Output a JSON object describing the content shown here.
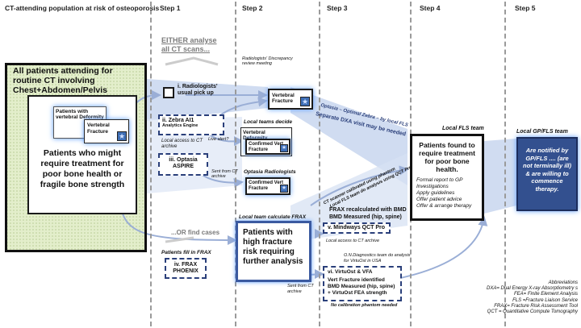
{
  "header": {
    "title": "CT-attending population at risk of osteoporosis",
    "steps": [
      "Step 1",
      "Step 2",
      "Step 3",
      "Step 4",
      "Step 5"
    ]
  },
  "population": {
    "all_patients": "All patients attending for routine CT involving Chest+Abdomen/Pelvis",
    "with_deformity": "Patients with vertebral Deformity",
    "vertebral_fracture": "Vertebral Fracture",
    "might_require": "Patients who might require treatment for poor bone health or fragile bone strength"
  },
  "either": {
    "line1": "EITHER analyse",
    "line2": "all CT scans...",
    "or_find": "...OR find cases"
  },
  "step1": {
    "radiologists": "i. Radiologists' usual pick up",
    "zebra_title": "ii. Zebra AI1",
    "zebra_sub": "Analytics Engine",
    "local_access": "Local access to CT archive",
    "optasia_title": "iii. Optasia ASPIRE",
    "fill_frax_label": "Patients fill in FRAX",
    "frax_phoenix": "iv. FRAX PHOENIX",
    "live_alert": "Live alert?",
    "sent_from": "Sent from CT archive"
  },
  "step2": {
    "discrepancy": "Radiologists' Discrepancy review meeting",
    "vertebral_fracture": "Vertebral Fracture",
    "local_teams_decide": "Local teams decide",
    "vert_deformity": "Vertebral Deformity",
    "confirmed_vert": "Confirmed Vert Fracture",
    "optasia_radiologists": "Optasia Radiologists",
    "confirmed_vert2": "Confirmed Vert Fracture",
    "local_team_frax": "Local team calculate FRAX",
    "high_risk": "Patients with high fracture risk requiring further analysis"
  },
  "step3": {
    "optasia_line": "Optasia – Optimal    Zebra – by local FLS",
    "separate_dxa": "Separate DXA visit may be needed",
    "ct_scanner": "CT scanner calibrated using phantom",
    "local_fls_analysis": "Local FLS team do analysis using QCT Pro",
    "frax_recalc": "FRAX recalculated with BMD",
    "bmd_measured": "BMD Measured (hip, spine)",
    "mindways": "v. Mindways QCT Pro",
    "local_access2": "Local access to CT archive",
    "on_diagnostics": "O.N.Diagnostics team do analysis for VirtuOst in USA",
    "virtuost_title": "vi. VirtuOst & VFA",
    "virtuost_1": "Vert Fracture identified",
    "virtuost_2": "BMD Measured (hip, spine)",
    "virtuost_3": "+ VirtuOst FEA strength",
    "sent_from2": "Sent from CT archive",
    "no_phantom": "No calibration phantom needed"
  },
  "step4": {
    "local_fls": "Local FLS team",
    "found_title": "Patients found to require treatment for poor bone health.",
    "items": [
      "Formal report to GP",
      "Investigations",
      "Apply guidelines",
      "Offer patient advice",
      "Offer & arrange therapy"
    ]
  },
  "step5": {
    "local_gp": "Local GP/FLS team",
    "notified": "Are notified by GP/FLS .... (are not terminally ill) & are willing to commence therapy."
  },
  "abbrev": {
    "title": "Abbreviations",
    "items": [
      "DXA= Dual Energy X-ray Absorptiometry s",
      "FEA= Finite Element Analysis",
      "FLS =Fracture Liaison Service",
      "FRAX= Fracture Risk Assessment Tool",
      "QCT = Quantitative Compute Tomography"
    ]
  },
  "colors": {
    "navy": "#2a3f7a",
    "lightblue": "#c8d6ef",
    "green_fill": "#e3eecb",
    "glow": "#5a9bff"
  }
}
